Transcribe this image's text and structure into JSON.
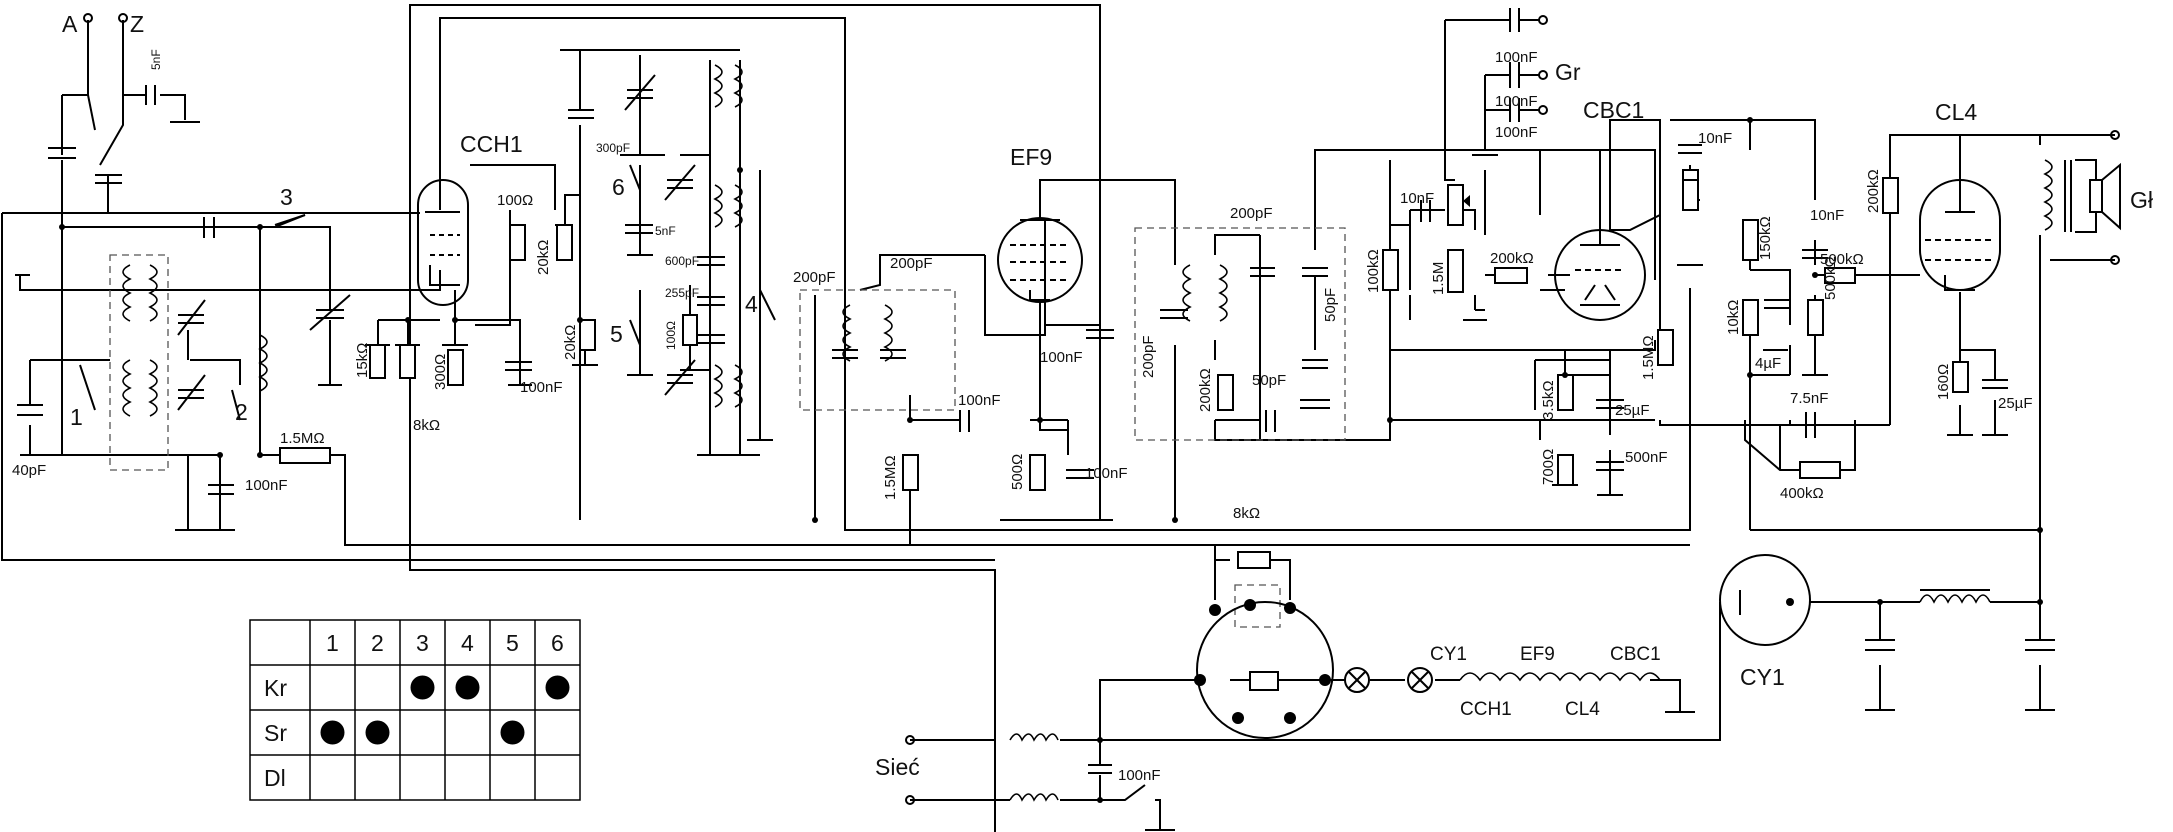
{
  "tubes": {
    "cch1": "CCH1",
    "ef9": "EF9",
    "cbc1": "CBC1",
    "cl4": "CL4",
    "cy1": "CY1"
  },
  "terminals": {
    "antenna": "A",
    "ground": "Z",
    "pickup": "Gr",
    "speaker": "Gł",
    "mains": "Sieć"
  },
  "switch_numbers": [
    "1",
    "2",
    "3",
    "4",
    "5",
    "6"
  ],
  "heater_chain": {
    "top": [
      "CY1",
      "EF9",
      "CBC1"
    ],
    "bottom": [
      "CCH1",
      "CL4"
    ]
  },
  "components": {
    "c_5nF_ant": "5nF",
    "c_40pF": "40pF",
    "r_1M5_agc": "1.5MΩ",
    "c_100nF_agc": "100nF",
    "r_15k": "15kΩ",
    "r_8k": "8kΩ",
    "r_300": "300Ω",
    "c_100nF_k": "100nF",
    "r_100_osc": "100Ω",
    "r_20k_a": "20kΩ",
    "r_20k_b": "20kΩ",
    "c_300pF": "300pF",
    "c_5nF_osc": "5nF",
    "c_600pF": "600pF",
    "c_255pF": "255pF",
    "r_100_osc2": "100Ω",
    "c_200pF_if1a": "200pF",
    "c_200pF_if1b": "200pF",
    "r_1M5_g": "1.5MΩ",
    "c_100nF_g": "100nF",
    "c_100nF_ef9": "100nF",
    "r_500_ef9": "500Ω",
    "c_100nF_ef9k": "100nF",
    "c_200pF_if2a": "200pF",
    "c_200pF_if2b": "200pF",
    "c_50pF_a": "50pF",
    "c_50pF_b": "50pF",
    "r_200k_det": "200kΩ",
    "r_8k_bottom": "8kΩ",
    "c_100nF_gr1": "100nF",
    "c_100nF_gr2": "100nF",
    "c_100nF_gr3": "100nF",
    "c_10nF_vol": "10nF",
    "r_100k": "100kΩ",
    "r_1M5_vol": "1.5M",
    "r_200k_grid": "200kΩ",
    "r_1M5_cbc": "1.5MΩ",
    "r_3k5": "3.5kΩ",
    "c_25uF_cbc": "25µF",
    "r_700": "700Ω",
    "c_500nF": "500nF",
    "c_10nF_tone": "10nF",
    "r_150k": "150kΩ",
    "r_10k": "10kΩ",
    "c_4uF": "4µF",
    "c_10nF_cpl": "10nF",
    "r_500k_a": "500kΩ",
    "r_500k_b": "500kΩ",
    "c_7n5": "7.5nF",
    "r_400k": "400kΩ",
    "r_200k_cl4": "200kΩ",
    "r_160": "160Ω",
    "c_25uF_cl4": "25µF",
    "c_100nF_mains": "100nF"
  },
  "switch_table": {
    "columns": [
      "1",
      "2",
      "3",
      "4",
      "5",
      "6"
    ],
    "rows": [
      {
        "label": "Kr",
        "marks": [
          false,
          false,
          true,
          true,
          false,
          true
        ]
      },
      {
        "label": "Sr",
        "marks": [
          true,
          true,
          false,
          false,
          true,
          false
        ]
      },
      {
        "label": "Dl",
        "marks": [
          false,
          false,
          false,
          false,
          false,
          false
        ]
      }
    ]
  }
}
